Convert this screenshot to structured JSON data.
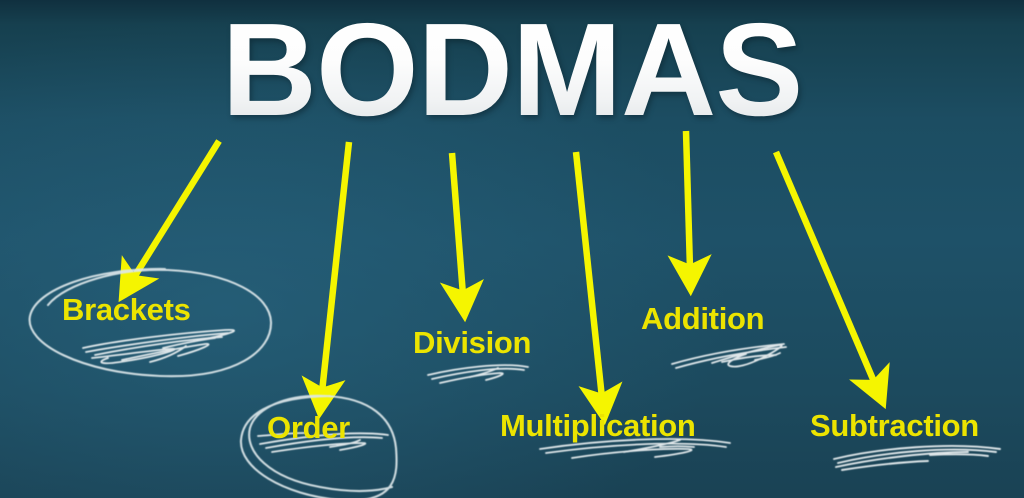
{
  "slide": {
    "title": "BODMAS",
    "background_color_top": "#10303f",
    "background_color_mid": "#1e5168",
    "title_color": "#ffffff",
    "label_color": "#ece400",
    "arrow_color": "#f5f500",
    "annotation_color": "#e8eef0"
  },
  "items": [
    {
      "key": "brackets",
      "label": "Brackets",
      "letter": "B",
      "circled": true,
      "underlined": true
    },
    {
      "key": "order",
      "label": "Order",
      "letter": "O",
      "circled": true,
      "underlined": true
    },
    {
      "key": "division",
      "label": "Division",
      "letter": "D",
      "circled": false,
      "underlined": true
    },
    {
      "key": "multiplication",
      "label": "Multiplication",
      "letter": "M",
      "circled": false,
      "underlined": true
    },
    {
      "key": "addition",
      "label": "Addition",
      "letter": "A",
      "circled": false,
      "underlined": true
    },
    {
      "key": "subtraction",
      "label": "Subtraction",
      "letter": "S",
      "circled": false,
      "underlined": true
    }
  ]
}
